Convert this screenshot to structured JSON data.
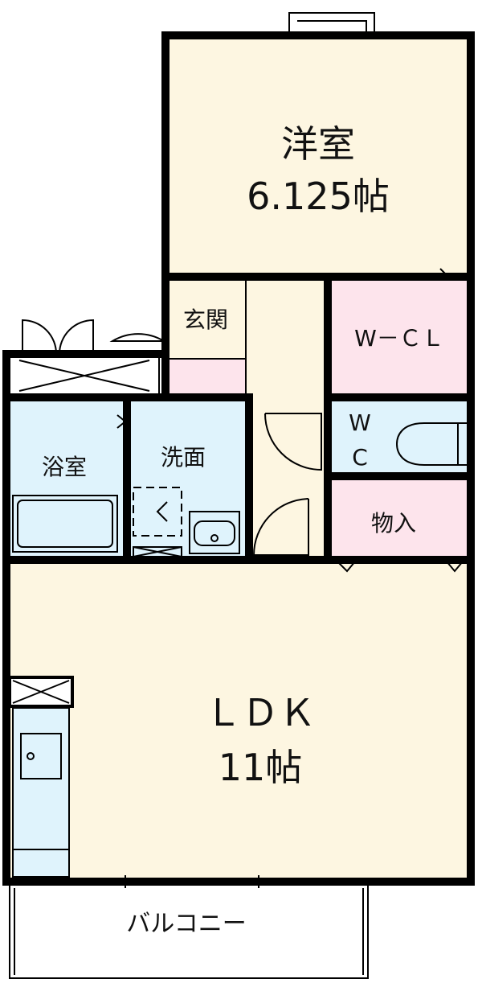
{
  "rooms": {
    "western": {
      "name": "洋室",
      "size": "6.125帖"
    },
    "entrance": {
      "name": "玄関"
    },
    "wcl": {
      "name": "W－ＣＬ"
    },
    "wc": {
      "line1": "W",
      "line2": "C"
    },
    "bath": {
      "name": "浴室"
    },
    "washroom": {
      "name": "洗面"
    },
    "storage": {
      "name": "物入"
    },
    "ldk": {
      "name": "ＬＤＫ",
      "size": "11帖"
    },
    "balcony": {
      "name": "バルコニー"
    }
  },
  "colors": {
    "wall": "#000000",
    "living": "#fdf6e1",
    "closet": "#fde4ec",
    "wet": "#dff3fc",
    "balcony": "#ffffff"
  }
}
